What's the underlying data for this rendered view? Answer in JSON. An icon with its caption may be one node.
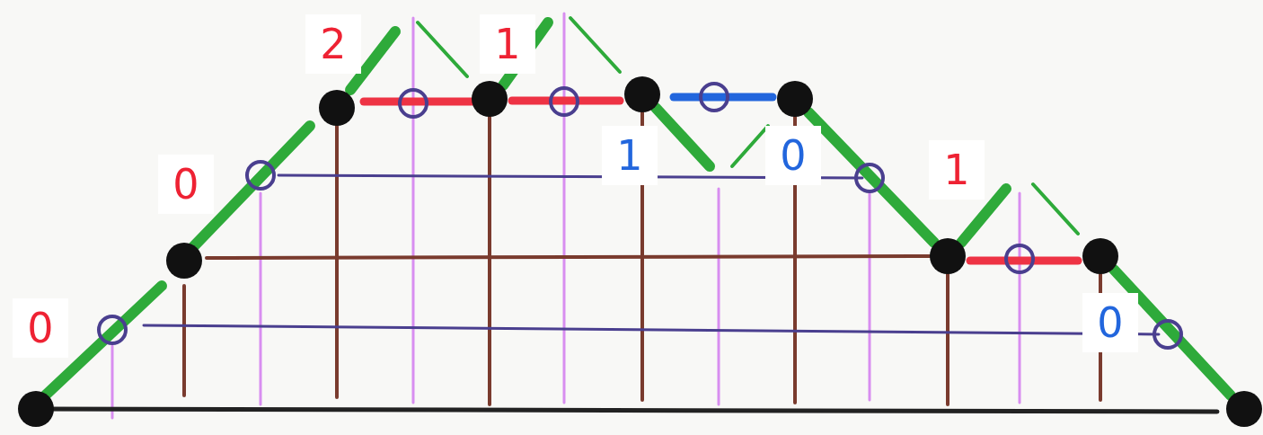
{
  "diagram": {
    "labels": [
      "0",
      "0",
      "2",
      "1",
      "1",
      "0",
      "1",
      "0"
    ]
  }
}
